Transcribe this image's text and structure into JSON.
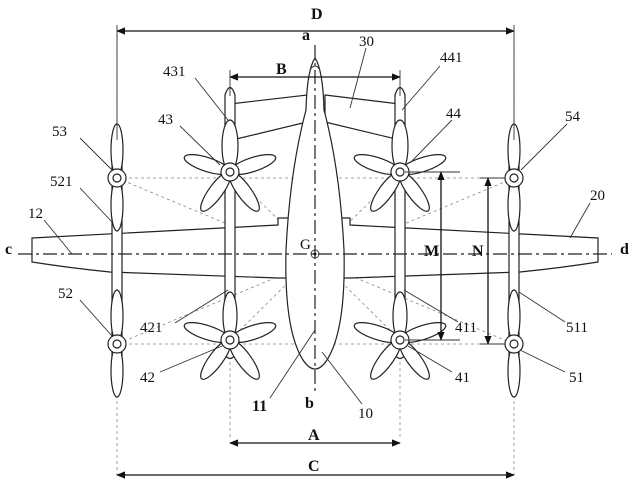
{
  "labels": {
    "D": "D",
    "C": "C",
    "A": "A",
    "B": "B",
    "M": "M",
    "N": "N",
    "a": "a",
    "b": "b",
    "c": "c",
    "d": "d",
    "G": "G",
    "n30": "30",
    "n431": "431",
    "n441": "441",
    "n43": "43",
    "n44": "44",
    "n53": "53",
    "n54": "54",
    "n521": "521",
    "n20": "20",
    "n12": "12",
    "n52": "52",
    "n421": "421",
    "n411": "411",
    "n511": "511",
    "n42": "42",
    "n41": "41",
    "n51": "51",
    "n11": "11",
    "n10": "10"
  }
}
